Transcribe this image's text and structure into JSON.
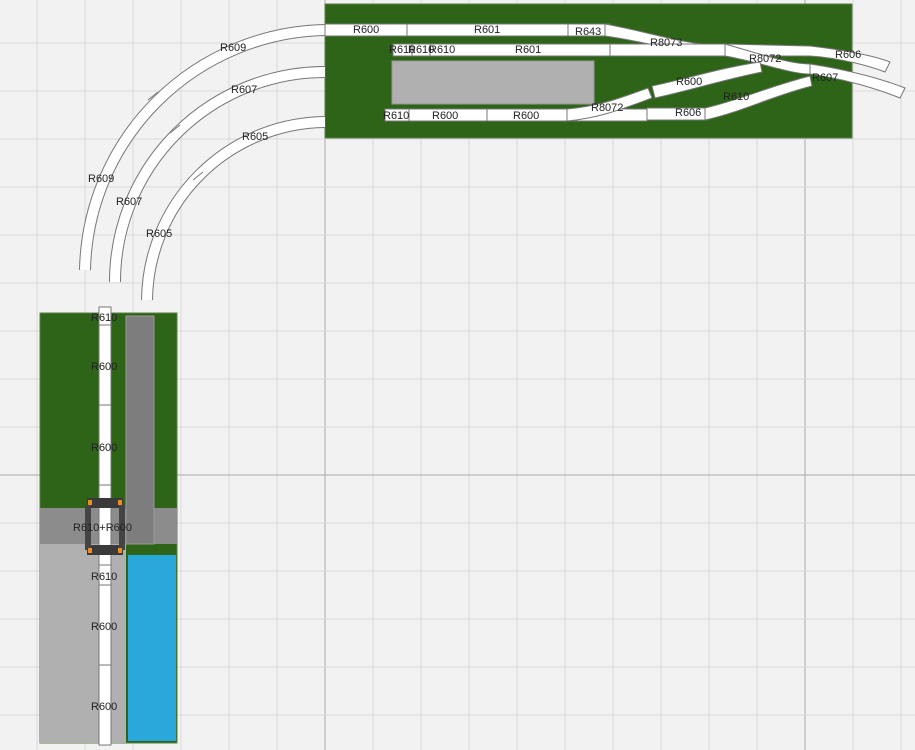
{
  "canvas": {
    "background": "#f2f2f2",
    "grid_color": "#d9d9d9",
    "grid_major_color": "#a9a9a9",
    "baseboard_green": "#2e6417",
    "platform_gray": "#b0b0b0",
    "road_gray": "#8c8c8c",
    "water_blue": "#29a8dc"
  },
  "track_labels": {
    "top_board": {
      "row1": [
        "R600",
        "R601",
        "R643",
        "R8073",
        "R606"
      ],
      "row2": [
        "R610",
        "R610",
        "R610",
        "R601",
        "R8072",
        "R607"
      ],
      "row3": [
        "R610",
        "R600",
        "R600",
        "R8072",
        "R600",
        "R606",
        "R610"
      ]
    },
    "curves": {
      "outer": [
        "R609",
        "R609"
      ],
      "middle": [
        "R607",
        "R607"
      ],
      "inner": [
        "R605",
        "R605"
      ]
    },
    "left_board": [
      "R610",
      "R600",
      "R600",
      "R610+R600",
      "R610",
      "R600",
      "R600"
    ]
  },
  "level_crossing": {
    "icon": "level-crossing-icon"
  }
}
